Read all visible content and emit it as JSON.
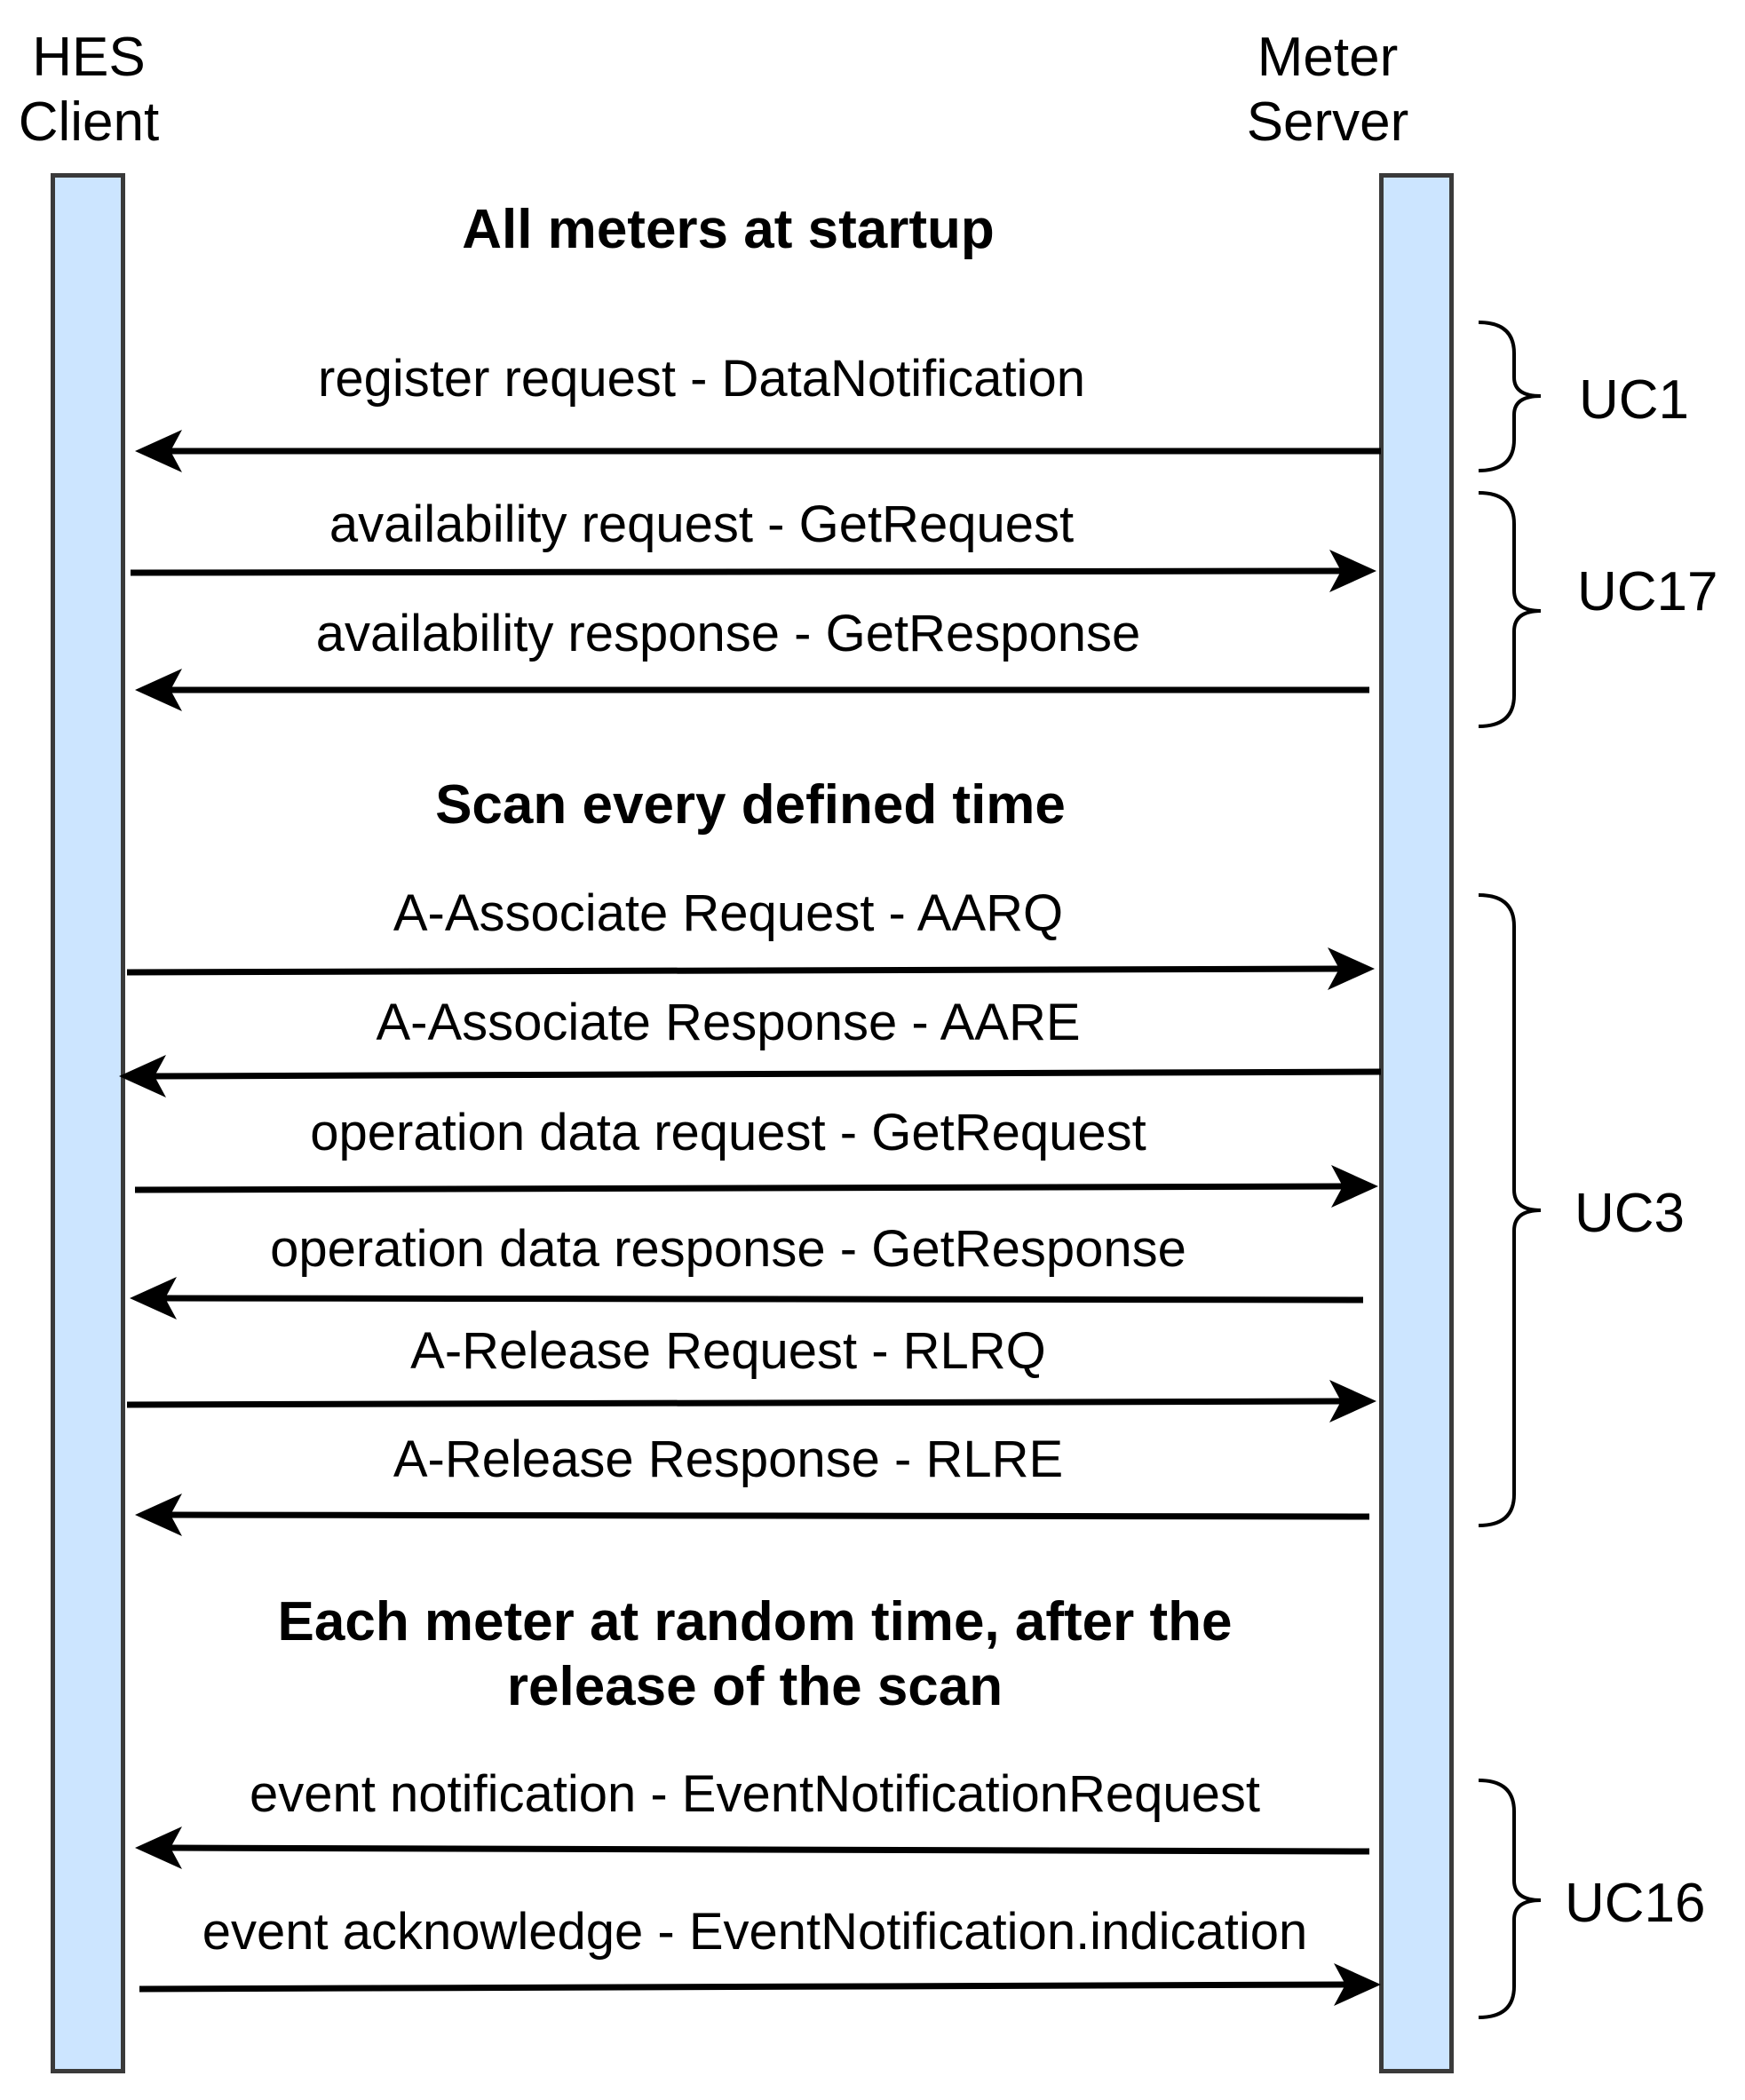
{
  "participants": {
    "client": {
      "line1": "HES",
      "line2": "Client"
    },
    "server": {
      "line1": "Meter",
      "line2": "Server"
    }
  },
  "sections": {
    "startup": "All meters at startup",
    "scan": "Scan every defined time",
    "random": {
      "line1": "Each meter at random time, after the",
      "line2": "release of the scan"
    }
  },
  "messages": [
    {
      "text": "register request - DataNotification",
      "direction": "to-client"
    },
    {
      "text": "availability request - GetRequest",
      "direction": "to-server"
    },
    {
      "text": "availability response - GetResponse",
      "direction": "to-client"
    },
    {
      "text": "A-Associate Request - AARQ",
      "direction": "to-server"
    },
    {
      "text": "A-Associate Response - AARE",
      "direction": "to-client"
    },
    {
      "text": "operation data request - GetRequest",
      "direction": "to-server"
    },
    {
      "text": "operation data response - GetResponse",
      "direction": "to-client"
    },
    {
      "text": "A-Release Request - RLRQ",
      "direction": "to-server"
    },
    {
      "text": "A-Release Response - RLRE",
      "direction": "to-client"
    },
    {
      "text": "event notification - EventNotificationRequest",
      "direction": "to-client"
    },
    {
      "text": "event acknowledge - EventNotification.indication",
      "direction": "to-server"
    }
  ],
  "use_cases": [
    "UC1",
    "UC17",
    "UC3",
    "UC16"
  ],
  "colors": {
    "lifeline_fill": "#cce5ff",
    "lifeline_border": "#3a3a3a",
    "arrow": "#000000"
  }
}
